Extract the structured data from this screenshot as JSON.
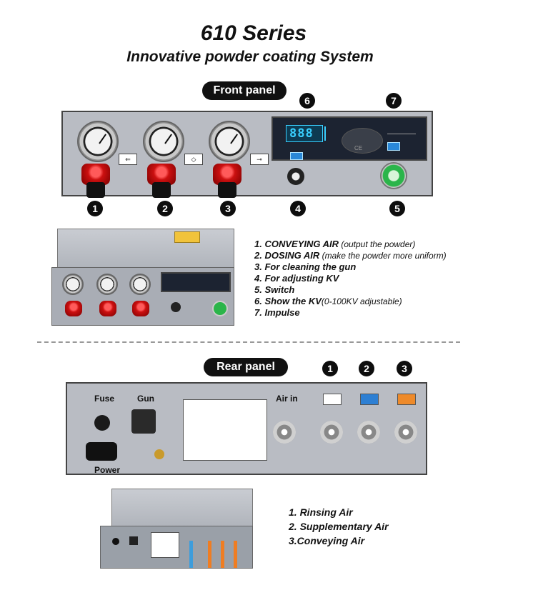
{
  "header": {
    "title": "610 Series",
    "subtitle": "Innovative powder coating System"
  },
  "front": {
    "label": "Front panel",
    "callouts": [
      "1",
      "2",
      "3",
      "4",
      "5",
      "6",
      "7"
    ],
    "display_value": "888",
    "panel_text": "CE",
    "features": [
      {
        "num": "1. ",
        "label": "CONVEYING AIR",
        "note": " (output the powder)"
      },
      {
        "num": "2. ",
        "label": "DOSING AIR",
        "note": " (make  the powder more uniform)"
      },
      {
        "num": "3. ",
        "label": "For cleaning the gun",
        "note": ""
      },
      {
        "num": "4. ",
        "label": "For adjusting KV",
        "note": ""
      },
      {
        "num": "5. ",
        "label": "Switch",
        "note": ""
      },
      {
        "num": "6. ",
        "label": "Show the KV",
        "note": "(0-100KV adjustable)"
      },
      {
        "num": "7. ",
        "label": "Impulse",
        "note": ""
      }
    ]
  },
  "rear": {
    "label": "Rear panel",
    "callouts": [
      "1",
      "2",
      "3"
    ],
    "fuse": "Fuse",
    "gun": "Gun",
    "power": "Power",
    "air_in": "Air in",
    "ports": [
      {
        "name": "Rinsing Air",
        "color": "#ffffff"
      },
      {
        "name": "Supplementary Air",
        "color": "#2d7fd3"
      },
      {
        "name": "Conveying Air",
        "color": "#ee8a2a"
      }
    ],
    "items": [
      "1. Rinsing Air",
      "2. Supplementary Air",
      "3.Conveying Air"
    ]
  }
}
